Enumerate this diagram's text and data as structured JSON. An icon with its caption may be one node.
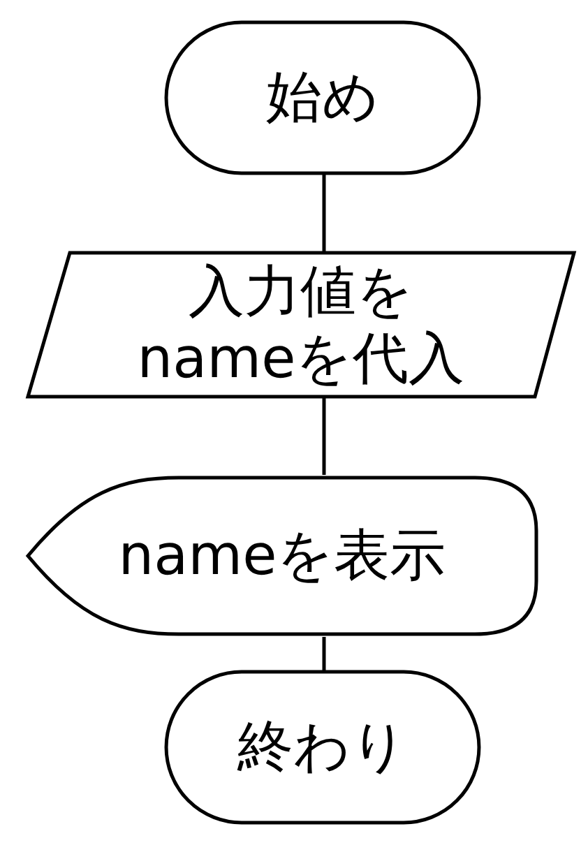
{
  "diagram": {
    "nodes": [
      {
        "text": [
          "始め"
        ]
      },
      {
        "text": [
          "入力値をnameを代入"
        ]
      },
      {
        "text": [
          "nameを表示"
        ]
      },
      {
        "text": [
          "終わり"
        ]
      }
    ],
    "edges": [
      {
        "from": 0,
        "to": 1,
        "arrow": "none"
      },
      {
        "from": 1,
        "to": 2,
        "arrow": "none"
      },
      {
        "from": 2,
        "to": 3,
        "arrow": "none"
      }
    ]
  }
}
